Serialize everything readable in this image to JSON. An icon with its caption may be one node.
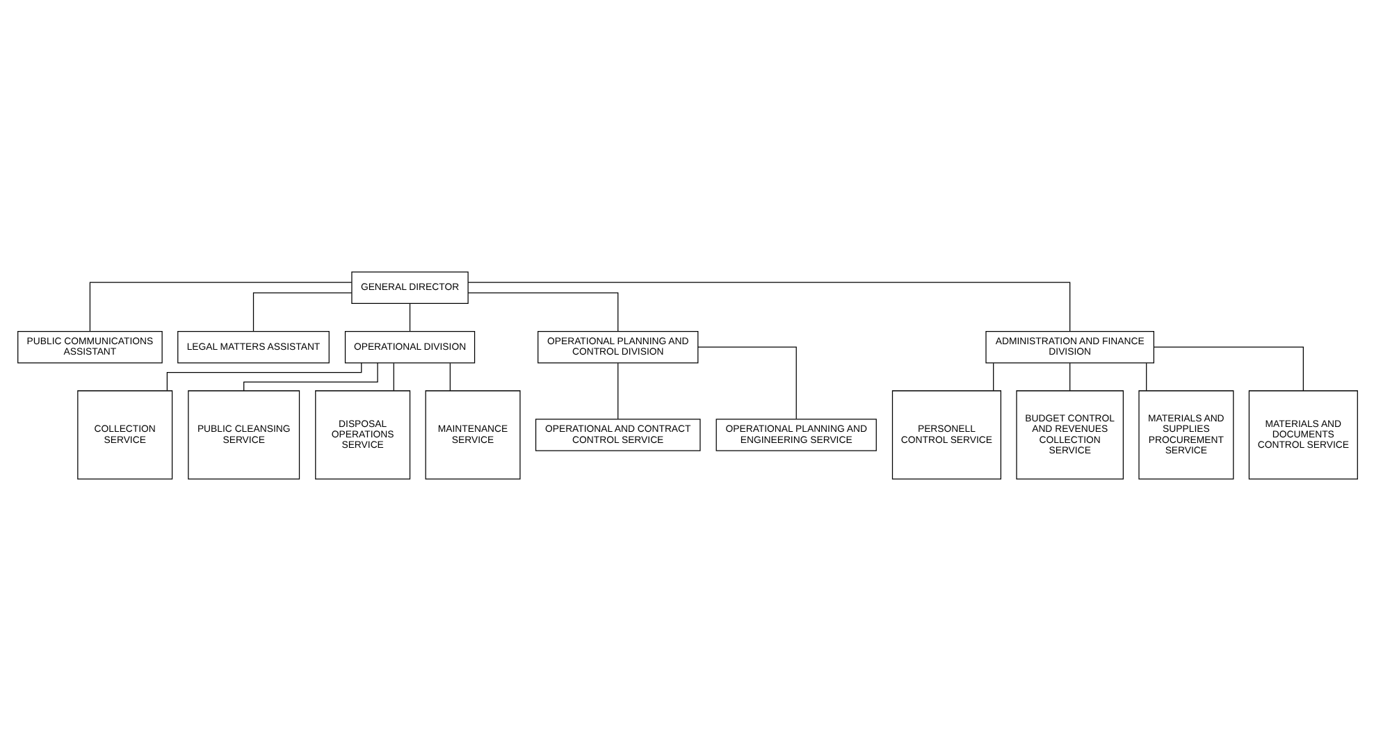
{
  "diagram": {
    "nodes": [
      {
        "text": [
          "GENERAL DIRECTOR"
        ]
      },
      {
        "text": [
          "PUBLIC COMMUNICATIONS ASSISTANT"
        ]
      },
      {
        "text": [
          "LEGAL MATTERS ASSISTANT"
        ]
      },
      {
        "text": [
          "OPERATIONAL DIVISION"
        ]
      },
      {
        "text": [
          "OPERATIONAL PLANNING AND CONTROL DIVISION"
        ]
      },
      {
        "text": [
          "ADMINISTRATION AND FINANCE DIVISION"
        ]
      },
      {
        "text": [
          "OPERATIONAL AND CONTRACT CONTROL SERVICE"
        ]
      },
      {
        "text": [
          "OPERATIONAL PLANNING AND ENGINEERING SERVICE"
        ]
      },
      {
        "text": [
          "COLLECTION SERVICE"
        ]
      },
      {
        "text": [
          "PUBLIC CLEANSING SERVICE"
        ]
      },
      {
        "text": [
          "DISPOSAL OPERATIONS SERVICE"
        ]
      },
      {
        "text": [
          "MAINTENANCE SERVICE"
        ]
      },
      {
        "text": [
          "PERSONELL CONTROL SERVICE"
        ]
      },
      {
        "text": [
          "BUDGET CONTROL AND REVENUES COLLECTION SERVICE"
        ]
      },
      {
        "text": [
          "MATERIALS AND SUPPLIES PROCUREMENT SERVICE"
        ]
      },
      {
        "text": [
          "MATERIALS AND DOCUMENTS CONTROL SERVICE"
        ]
      }
    ],
    "edges": [
      {
        "from": 0,
        "to": 1,
        "arrow": "none"
      },
      {
        "from": 0,
        "to": 2,
        "arrow": "none"
      },
      {
        "from": 0,
        "to": 3,
        "arrow": "none"
      },
      {
        "from": 0,
        "to": 4,
        "arrow": "none"
      },
      {
        "from": 0,
        "to": 5,
        "arrow": "none"
      },
      {
        "from": 4,
        "to": 6,
        "arrow": "none"
      },
      {
        "from": 4,
        "to": 7,
        "arrow": "none"
      },
      {
        "from": 3,
        "to": 8,
        "arrow": "none"
      },
      {
        "from": 3,
        "to": 9,
        "arrow": "none"
      },
      {
        "from": 3,
        "to": 10,
        "arrow": "none"
      },
      {
        "from": 3,
        "to": 11,
        "arrow": "none"
      },
      {
        "from": 5,
        "to": 12,
        "arrow": "none"
      },
      {
        "from": 5,
        "to": 13,
        "arrow": "none"
      },
      {
        "from": 5,
        "to": 14,
        "arrow": "none"
      },
      {
        "from": 5,
        "to": 15,
        "arrow": "none"
      }
    ]
  }
}
